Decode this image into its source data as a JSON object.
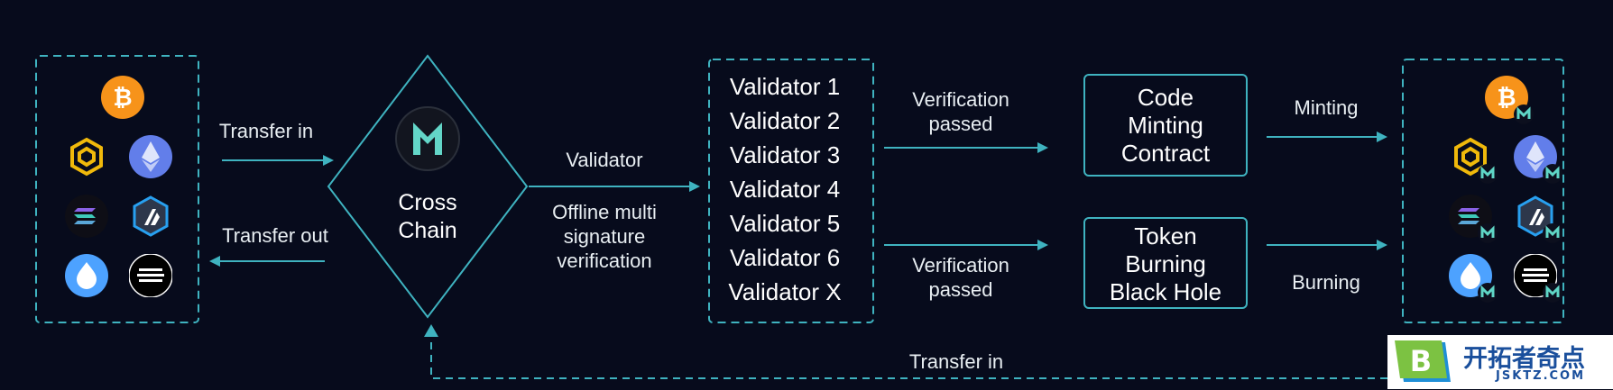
{
  "left": {
    "transfer_in": "Transfer in",
    "transfer_out": "Transfer out"
  },
  "cross_chain": {
    "logo_icon": "m-logo-icon",
    "label": "Cross\nChain"
  },
  "validator_link": {
    "label": "Validator",
    "caption": "Offline multi\nsignature\nverification"
  },
  "validators": [
    "Validator 1",
    "Validator 2",
    "Validator 3",
    "Validator 4",
    "Validator 5",
    "Validator 6",
    "Validator X"
  ],
  "verification": {
    "top": "Verification\npassed",
    "bottom": "Verification\npassed"
  },
  "boxes": {
    "mint": "Code\nMinting\nContract",
    "burn": "Token\nBurning\nBlack Hole"
  },
  "actions": {
    "minting": "Minting",
    "burning": "Burning"
  },
  "bottom_return": "Transfer in",
  "watermark": {
    "name": "开拓者奇点",
    "site": "JSKTZ.COM",
    "letter": "B"
  },
  "colors": {
    "background": "#070b1c",
    "accent": "#3fb3c0",
    "bitcoin": "#f7931a",
    "bnb": "#f0b90b",
    "ethereum": "#627eea",
    "arbitrum": "#2d374b",
    "sui": "#4da2ff"
  },
  "coins": [
    "bitcoin-icon",
    "bnb-icon",
    "ethereum-icon",
    "solana-icon",
    "arbitrum-icon",
    "sui-icon",
    "aptos-icon"
  ]
}
